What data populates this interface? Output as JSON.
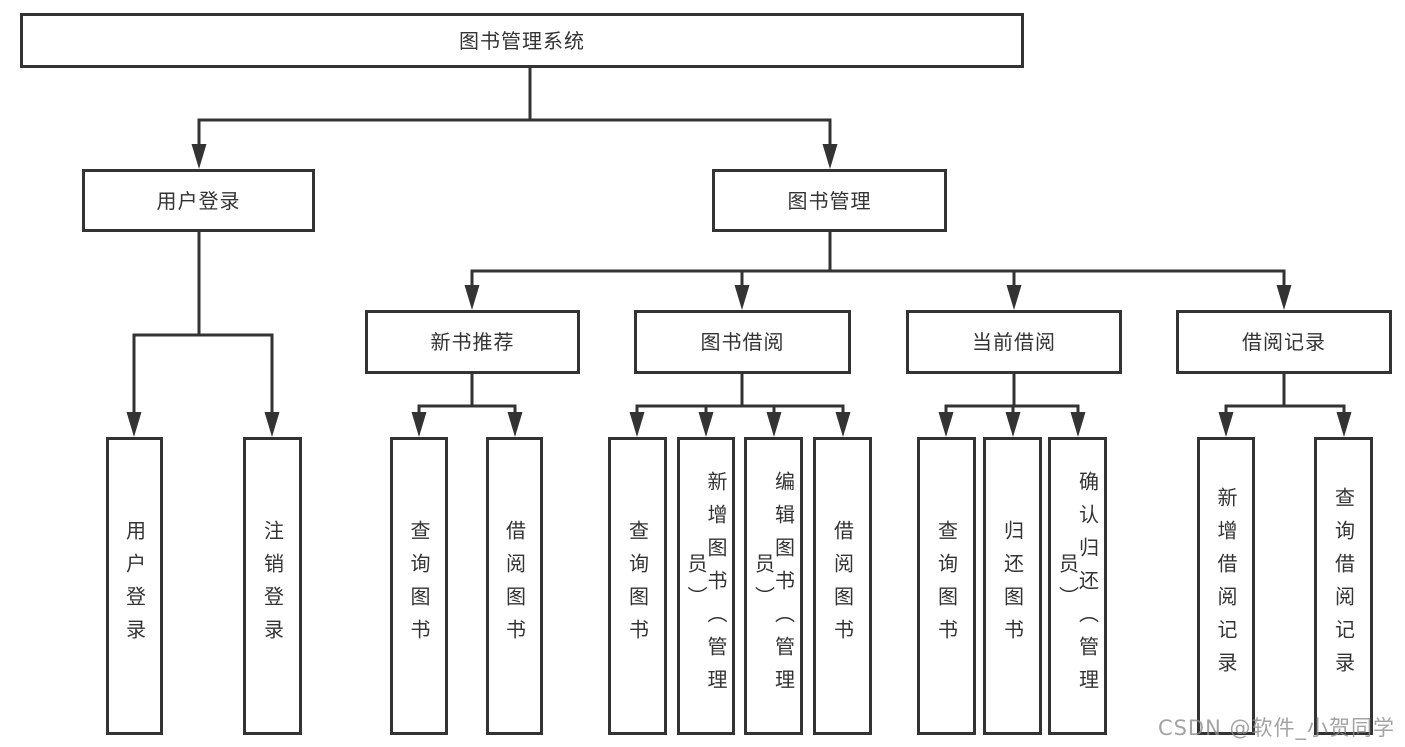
{
  "diagram": {
    "title": "图书管理系统",
    "nodes": {
      "root": "图书管理系统",
      "user_login": "用户登录",
      "book_mgmt": "图书管理",
      "new_book_rec": "新书推荐",
      "book_borrow": "图书借阅",
      "current_borrow": "当前借阅",
      "borrow_records": "借阅记录",
      "leaf_user_login": "用户登录",
      "leaf_logout": "注销登录",
      "leaf_nbr_query_books": "查询图书",
      "leaf_nbr_borrow_books": "借阅图书",
      "leaf_bb_query_books": "查询图书",
      "leaf_bb_add_books": "新增图书（管理员）",
      "leaf_bb_edit_books": "编辑图书（管理员）",
      "leaf_bb_borrow_books": "借阅图书",
      "leaf_cb_query_books": "查询图书",
      "leaf_cb_return_books": "归还图书",
      "leaf_cb_confirm_return": "确认归还（管理员）",
      "leaf_br_add_record": "新增借阅记录",
      "leaf_br_query_record": "查询借阅记录"
    },
    "colors": {
      "line": "#333333",
      "text": "#333333",
      "background": "#ffffff",
      "watermark": "#8c8c8c"
    }
  },
  "watermark": "CSDN @软件_小贺同学"
}
